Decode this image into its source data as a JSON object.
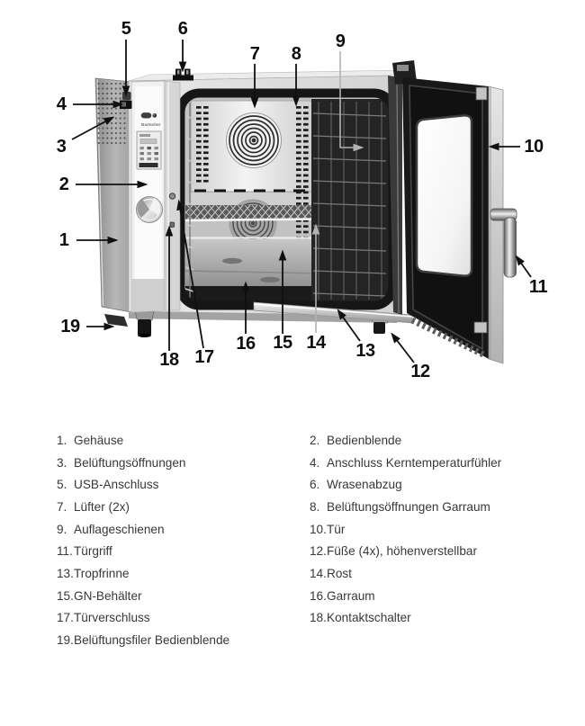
{
  "diagram": {
    "brand": "Bartscher",
    "callouts": [
      "1",
      "2",
      "3",
      "4",
      "5",
      "6",
      "7",
      "8",
      "9",
      "10",
      "11",
      "12",
      "13",
      "14",
      "15",
      "16",
      "17",
      "18",
      "19"
    ]
  },
  "legend": {
    "left_column": [
      {
        "num": "1.",
        "label": "Gehäuse"
      },
      {
        "num": "3.",
        "label": "Belüftungsöffnungen"
      },
      {
        "num": "5.",
        "label": "USB-Anschluss"
      },
      {
        "num": "7.",
        "label": "Lüfter (2x)"
      },
      {
        "num": "9.",
        "label": "Auflageschienen"
      },
      {
        "num": "11.",
        "label": "Türgriff"
      },
      {
        "num": "13.",
        "label": "Tropfrinne"
      },
      {
        "num": "15.",
        "label": "GN-Behälter"
      },
      {
        "num": "17.",
        "label": "Türverschluss"
      },
      {
        "num": "19.",
        "label": "Belüftungsfiler Bedienblende"
      }
    ],
    "right_column": [
      {
        "num": "2.",
        "label": "Bedienblende"
      },
      {
        "num": "4.",
        "label": "Anschluss Kerntemperaturfühler"
      },
      {
        "num": "6.",
        "label": "Wrasenabzug"
      },
      {
        "num": "8.",
        "label": "Belüftungsöffnungen Garraum"
      },
      {
        "num": "10.",
        "label": "Tür"
      },
      {
        "num": "12.",
        "label": "Füße (4x), höhenverstellbar"
      },
      {
        "num": "14.",
        "label": "Rost"
      },
      {
        "num": "16.",
        "label": "Garraum"
      },
      {
        "num": "18.",
        "label": "Kontaktschalter"
      }
    ]
  }
}
